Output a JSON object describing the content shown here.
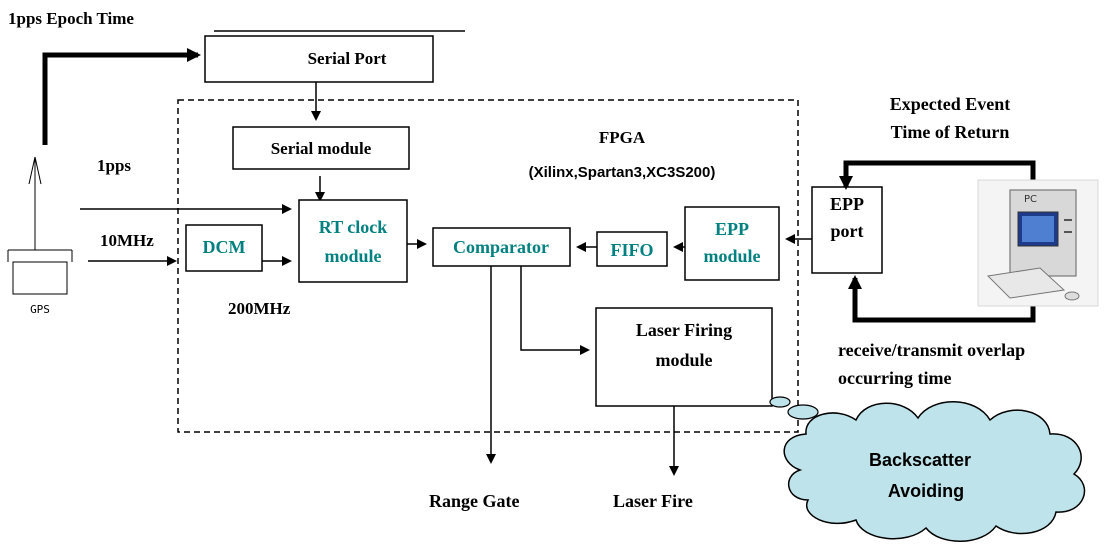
{
  "labels": {
    "epoch_time": "1pps Epoch Time",
    "serial_port": "Serial Port",
    "serial_module": "Serial module",
    "fpga_line1": "FPGA",
    "fpga_line2": "(Xilinx,Spartan3,XC3S200)",
    "pps": "1pps",
    "ten_mhz": "10MHz",
    "dcm": "DCM",
    "rt_clock_line1": "RT clock",
    "rt_clock_line2": "module",
    "comparator": "Comparator",
    "fifo": "FIFO",
    "epp_module_line1": "EPP",
    "epp_module_line2": "module",
    "epp_port_line1": "EPP",
    "epp_port_line2": "port",
    "two_hundred_mhz": "200MHz",
    "laser_firing_line1": "Laser Firing",
    "laser_firing_line2": "module",
    "expected_line1": "Expected Event",
    "expected_line2": "Time of Return",
    "overlap_line1": "receive/transmit overlap",
    "overlap_line2": "occurring time",
    "range_gate": "Range Gate",
    "laser_fire": "Laser Fire",
    "backscatter_line1": "Backscatter",
    "backscatter_line2": "Avoiding",
    "gps": "GPS",
    "pc": "PC"
  },
  "colors": {
    "module_text": "#008080",
    "cloud_fill": "#bfe3ea",
    "line": "#000000"
  }
}
